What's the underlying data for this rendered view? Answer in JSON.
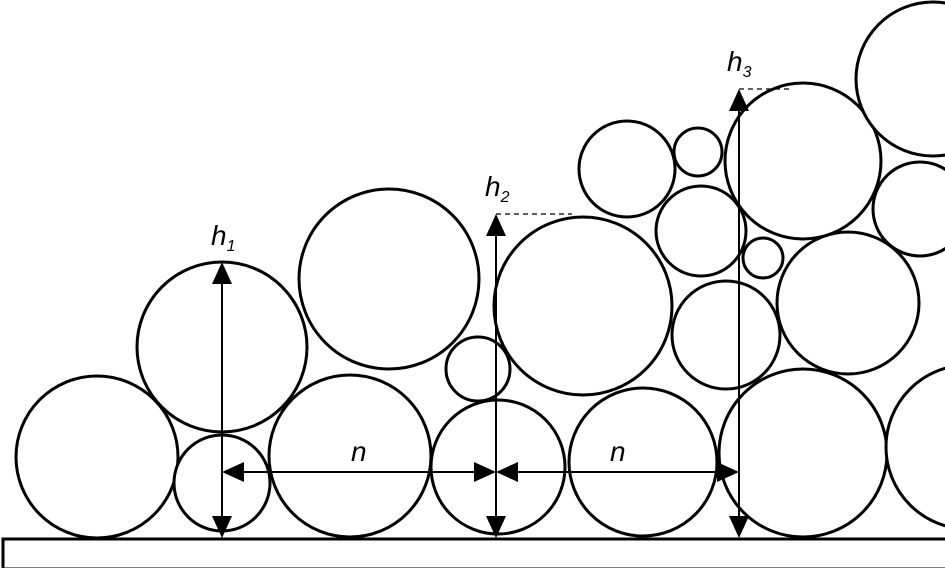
{
  "labels": {
    "h1": {
      "main": "h",
      "sub": "1"
    },
    "h2": {
      "main": "h",
      "sub": "2"
    },
    "h3": {
      "main": "h",
      "sub": "3"
    },
    "n_left": "n",
    "n_right": "n"
  },
  "colors": {
    "stroke": "#000000",
    "fill": "#ffffff"
  }
}
